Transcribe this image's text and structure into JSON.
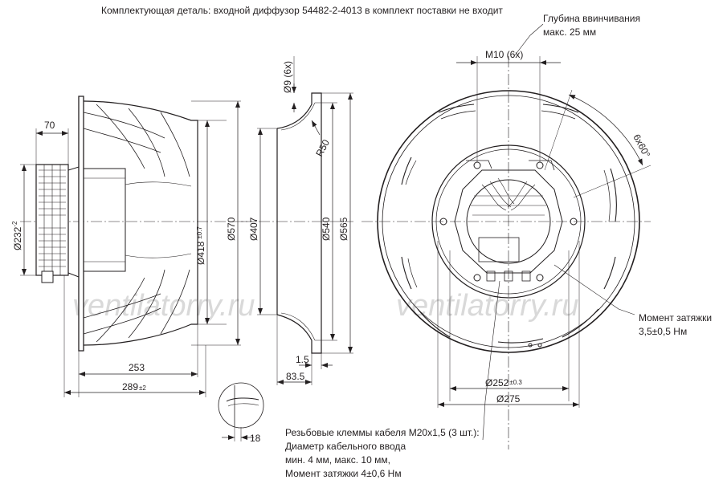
{
  "notes": {
    "component": "Комплектующая деталь: входной диффузор 54482-2-4013 в комплект поставки не входит",
    "depth_line1": "Глубина ввинчивания",
    "depth_line2": "макс. 25 мм",
    "torque_line1": "Момент затяжки",
    "torque_line2": "3,5±0,5 Нм",
    "cable_line1": "Резьбовые клеммы кабеля M20x1,5 (3 шт.):",
    "cable_line2": "Диаметр кабельного ввода",
    "cable_line3": "мин. 4 мм, макс. 10 мм,",
    "cable_line4": "Момент затяжки 4±0,6 Нм"
  },
  "watermarks": [
    "ventilatorry.ru",
    "ventilatorry.ru"
  ],
  "side_view": {
    "d70": "70",
    "d232": "Ø232",
    "d232_tol": "-2",
    "d418": "Ø418",
    "d418_tol": "±0.7",
    "d570": "Ø570",
    "d253": "253",
    "d289": "289",
    "d289_tol": "±2",
    "d18": "18"
  },
  "nozzle_view": {
    "d9": "Ø9 (6x)",
    "r50": "R50",
    "d407": "Ø407",
    "d540": "Ø540",
    "d565": "Ø565",
    "d1_5": "1.5",
    "d83_5": "83.5"
  },
  "front_view": {
    "m10": "M10 (6x)",
    "angle": "6x60°",
    "d252": "Ø252",
    "d252_tol": "±0.3",
    "d275": "Ø275"
  },
  "colors": {
    "line": "#231f20",
    "watermark": "#d9d9d9",
    "background": "#ffffff"
  }
}
